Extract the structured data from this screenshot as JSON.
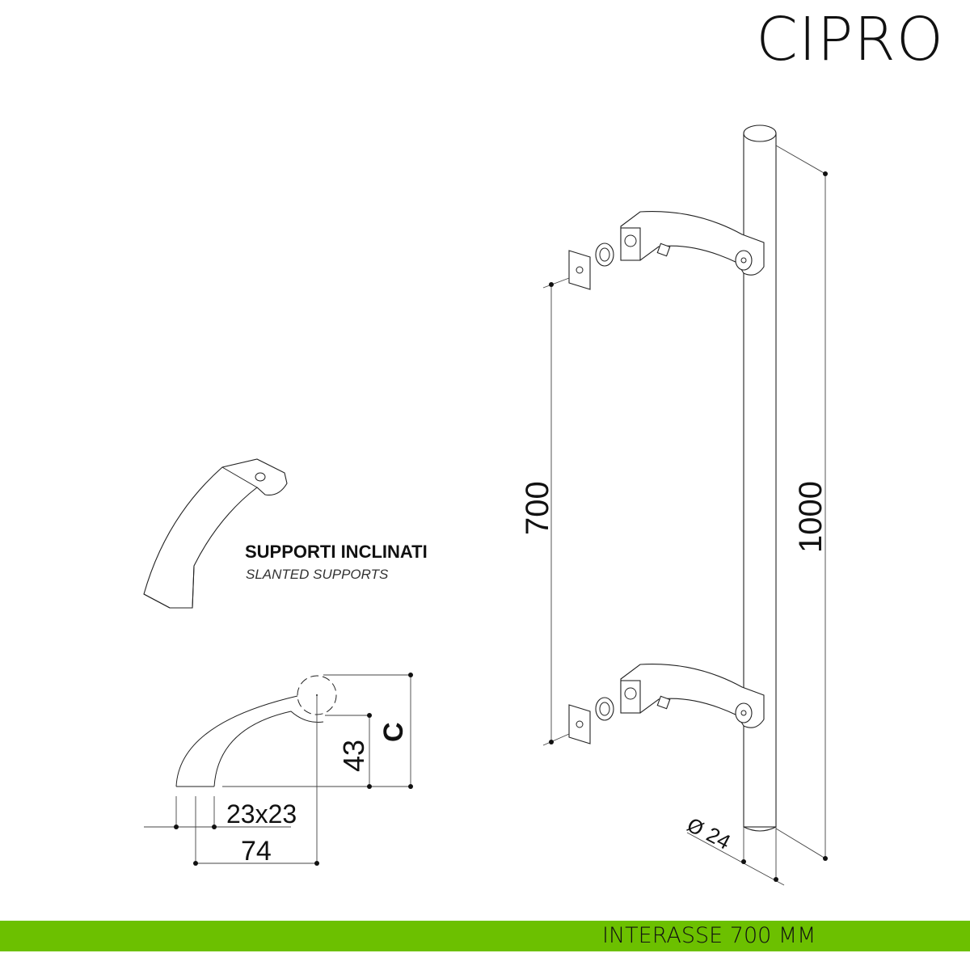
{
  "title": "CIPRO",
  "labels": {
    "supports_it": "SUPPORTI INCLINATI",
    "supports_en": "SLANTED SUPPORTS"
  },
  "dimensions": {
    "interaxis": "700",
    "length": "1000",
    "diameter": "24",
    "diameter_symbol": "Ø",
    "section": "23x23",
    "depth": "74",
    "height": "43",
    "c_label": "C"
  },
  "footer": {
    "text": "INTERASSE 700 MM",
    "color": "#6cc000"
  }
}
